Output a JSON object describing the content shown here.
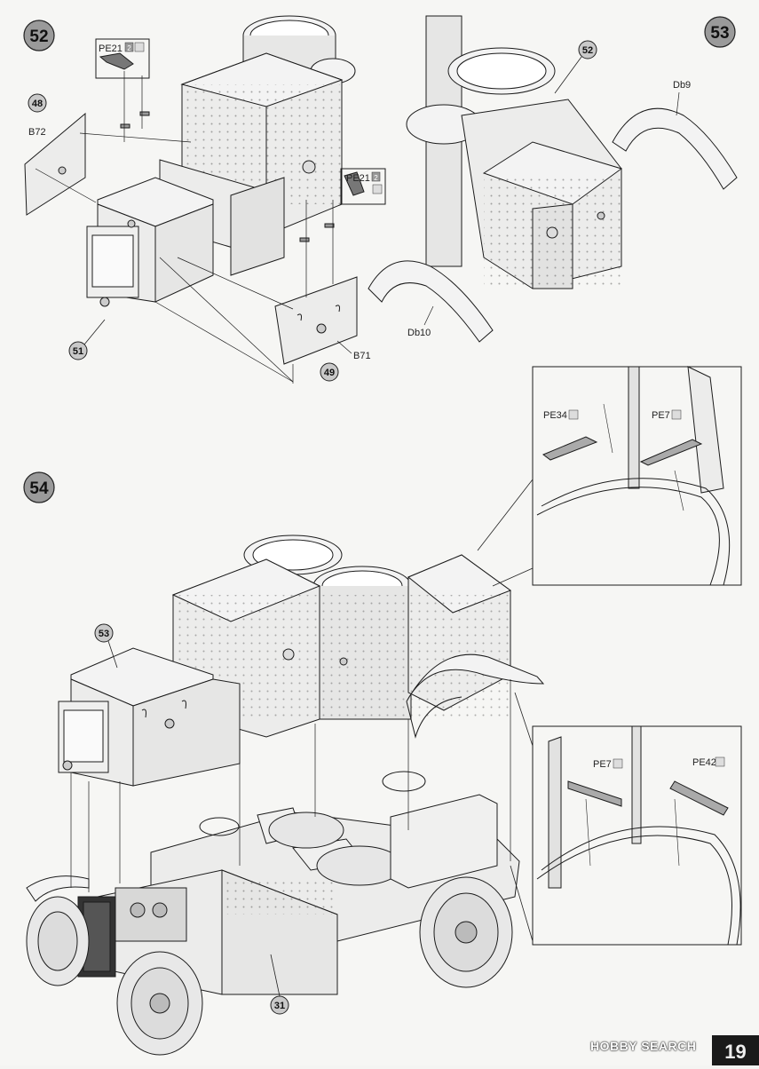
{
  "steps": {
    "s52": {
      "number": "52"
    },
    "s53": {
      "number": "53"
    },
    "s54": {
      "number": "54"
    }
  },
  "callouts": {
    "c48": "48",
    "c49": "49",
    "c51": "51",
    "c52": "52",
    "c53": "53",
    "c31": "31"
  },
  "part_labels": {
    "b72": "B72",
    "b71": "B71",
    "pe21_a": "PE21",
    "pe21_b": "PE21",
    "db9": "Db9",
    "db10": "Db10",
    "pe34": "PE34",
    "pe7_a": "PE7",
    "pe7_b": "PE7",
    "pe42": "PE42",
    "qty2_a": "2",
    "qty2_b": "2"
  },
  "footer": {
    "watermark": "HOBBY SEARCH",
    "page_number": "19"
  },
  "colors": {
    "line": "#1c1c1c",
    "part_fill": "#ececeb",
    "circle_fill": "#c9c9c9"
  }
}
